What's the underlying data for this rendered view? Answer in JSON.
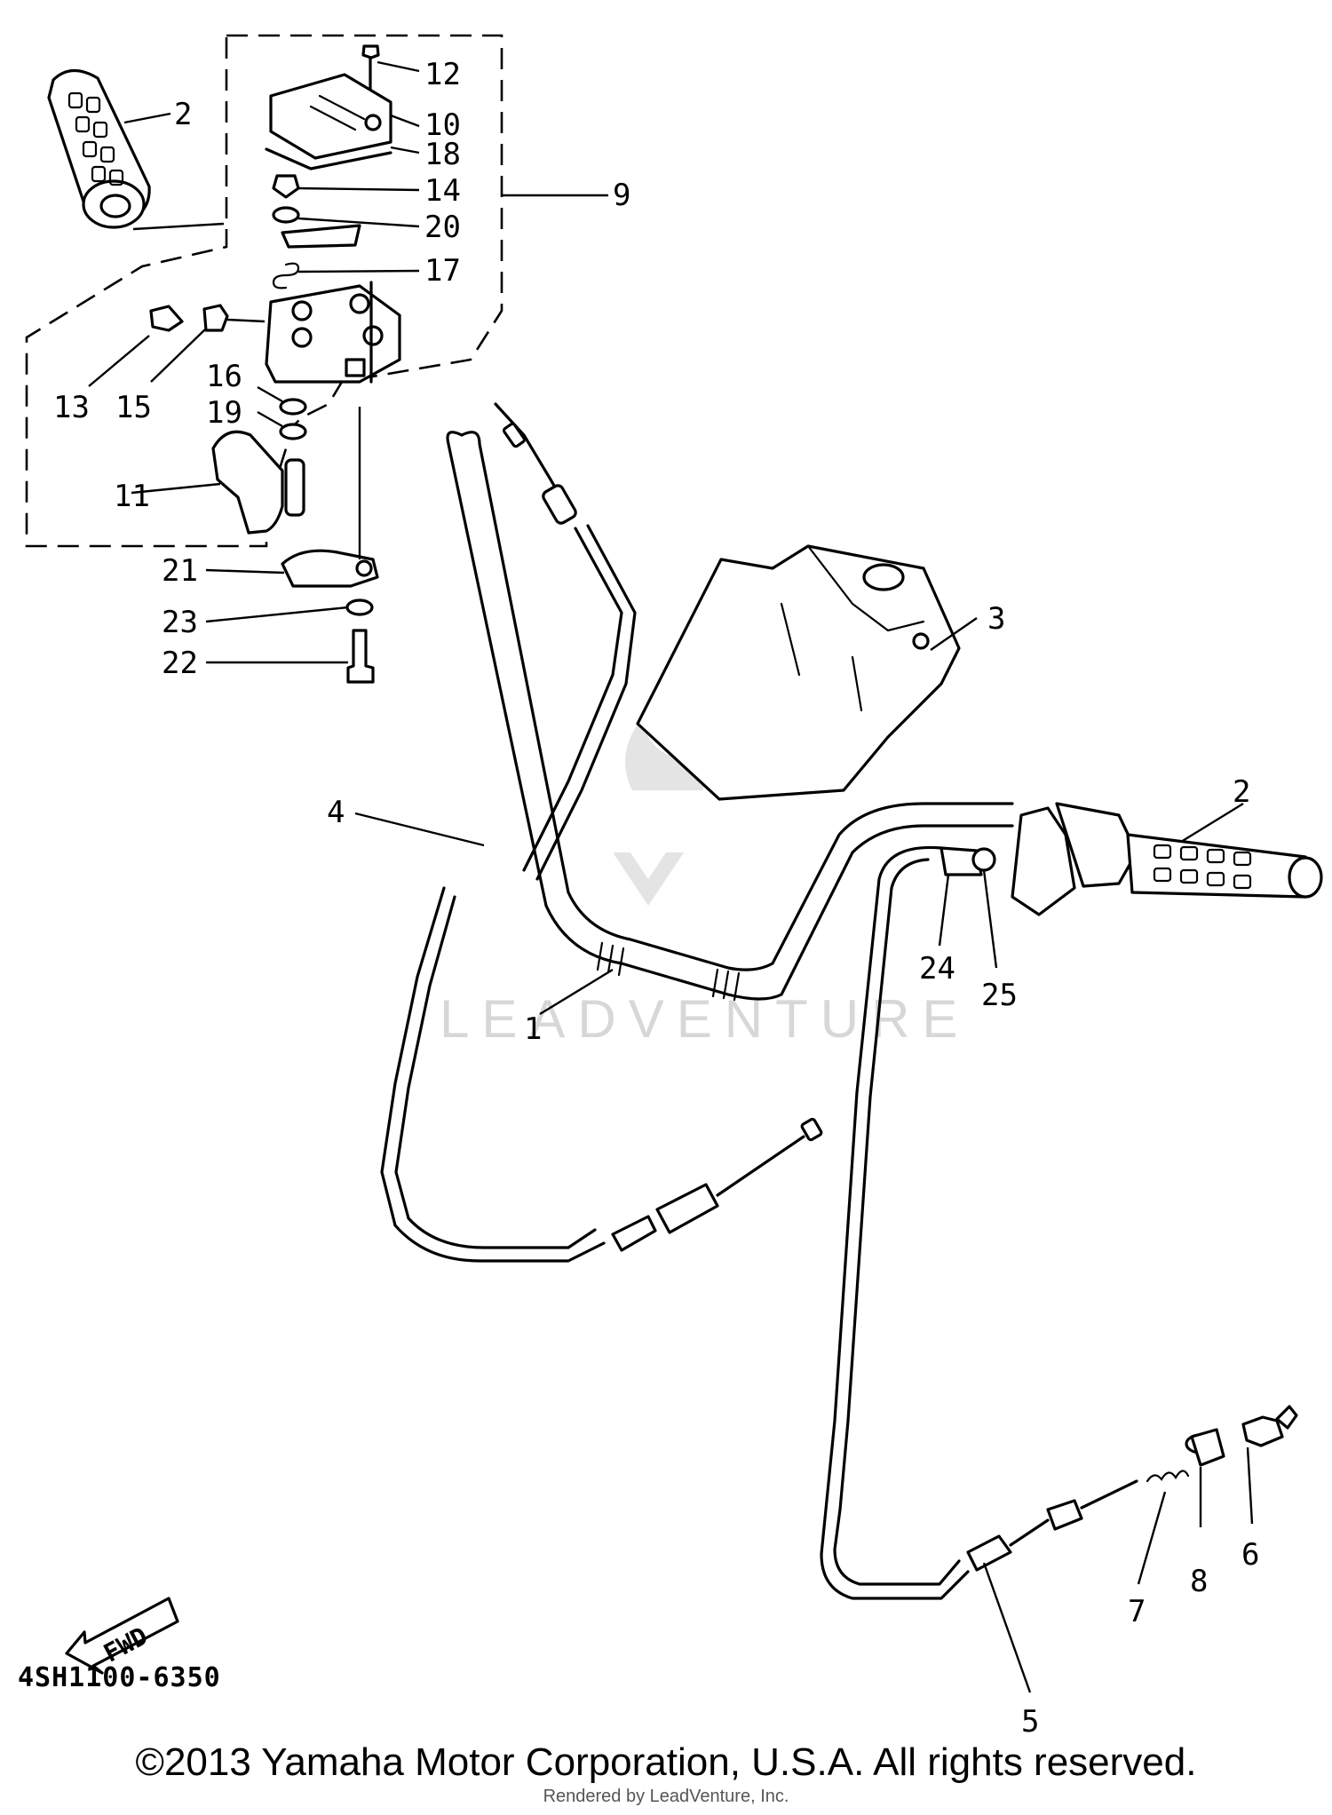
{
  "diagram": {
    "code": "4SH1100-6350",
    "fwd_label": "FWD",
    "watermark": "LEADVENTURE",
    "callouts": {
      "c1": "1",
      "c2a": "2",
      "c2b": "2",
      "c3": "3",
      "c4": "4",
      "c5": "5",
      "c6": "6",
      "c7": "7",
      "c8": "8",
      "c9": "9",
      "c10": "10",
      "c11": "11",
      "c12": "12",
      "c13": "13",
      "c14": "14",
      "c15": "15",
      "c16": "16",
      "c17": "17",
      "c18": "18",
      "c19": "19",
      "c20": "20",
      "c21": "21",
      "c22": "22",
      "c23": "23",
      "c24": "24",
      "c25": "25"
    }
  },
  "footer": {
    "copyright": "©2013 Yamaha Motor Corporation, U.S.A. All rights reserved.",
    "rendered_by": "Rendered by LeadVenture, Inc."
  }
}
